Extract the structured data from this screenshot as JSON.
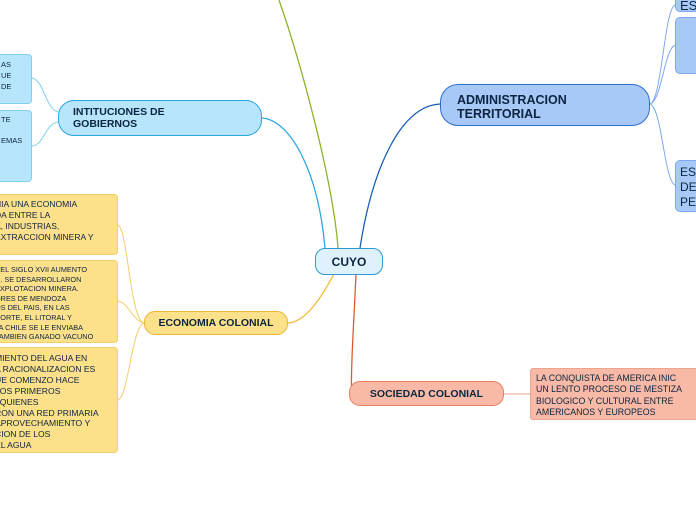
{
  "mindmap": {
    "center": "CUYO",
    "branches": {
      "instituciones": {
        "title": "INTITUCIONES DE\nGOBIERNOS",
        "leaves": [
          "AS\nUE\nDE",
          "TE\n\nEMAS"
        ]
      },
      "administracion": {
        "title": "ADMINISTRACION\nTERRITORIAL",
        "leaves": [
          "ES",
          "",
          "ES\nDE\nPE"
        ]
      },
      "economia": {
        "title": "ECONOMIA COLONIAL",
        "leaves": [
          "NIA UNA ECONOMIA\nDA ENTRE LA\nA, INDUSTRIAS,\nEXTRACCION MINERA Y",
          "DEL SIGLO XVII AUMENTO\nN. SE DESARROLLARON\nEXPLOTACION MINERA.\nORES DE MENDOZA\nOS DEL PAIS, EN LAS\nNORTE, EL LITORAL Y\n. A CHILE SE LE ENVIABA\nTAMBIEN GANADO VACUNO",
          "MIENTO DEL AGUA EN\nA RACIONALIZACION ES\nUE COMENZO HACE\nLOS PRIMEROS\n, QUIENES\nRON UNA RED PRIMARIA\nAPROVECHAMIENTO Y\nCION DE LOS\nEL AGUA"
        ]
      },
      "sociedad": {
        "title": "SOCIEDAD COLONIAL",
        "leaves": [
          "LA CONQUISTA DE AMERICA INIC\nUN LENTO PROCESO DE MESTIZA\nBIOLOGICO Y CULTURAL ENTRE\nAMERICANOS Y EUROPEOS"
        ]
      }
    },
    "colors": {
      "center": "#dff1fd",
      "instituciones": "#b7e5fb",
      "administracion": "#a8c9f8",
      "economia": "#fde08a",
      "sociedad": "#f8b9a6",
      "line_green": "#8db32b",
      "line_cyan": "#2aa7e0",
      "line_blue": "#1c5fb8",
      "line_orange": "#f0b73a",
      "line_red": "#e0582e"
    }
  }
}
